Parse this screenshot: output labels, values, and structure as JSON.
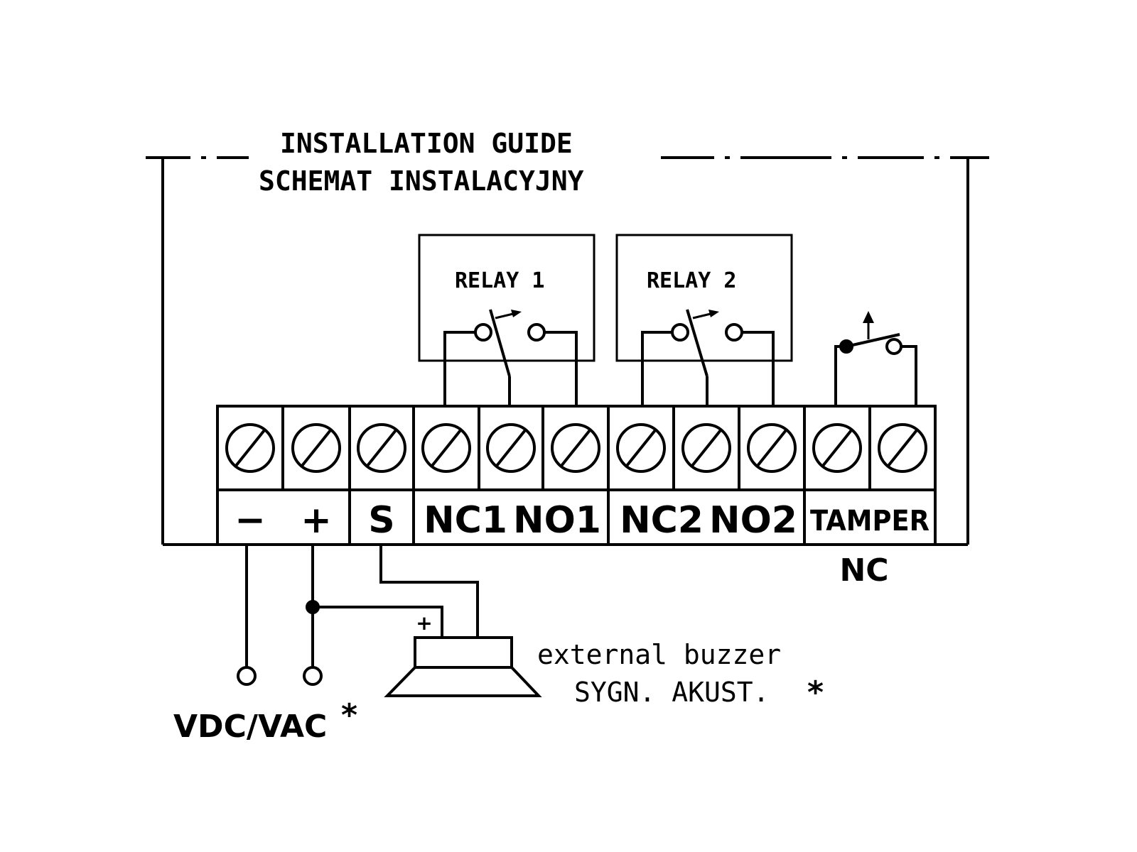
{
  "title": {
    "line1": "INSTALLATION GUIDE",
    "line2": "SCHEMAT INSTALACYJNY"
  },
  "relays": [
    {
      "label": "RELAY 1"
    },
    {
      "label": "RELAY 2"
    }
  ],
  "terminals": {
    "minus": "−",
    "plus": "+",
    "s": "S",
    "nc1": "NC1",
    "no1": "NO1",
    "nc2": "NC2",
    "no2": "NO2",
    "tamper": "TAMPER"
  },
  "tamper_note": "NC",
  "buzzer": {
    "plus_mark": "+",
    "line1": "external buzzer",
    "line2": "SYGN. AKUST.",
    "asterisk": "*"
  },
  "power": {
    "label": "VDC/VAC",
    "asterisk": "*"
  },
  "colors": {
    "ink": "#000000",
    "background": "#ffffff"
  }
}
